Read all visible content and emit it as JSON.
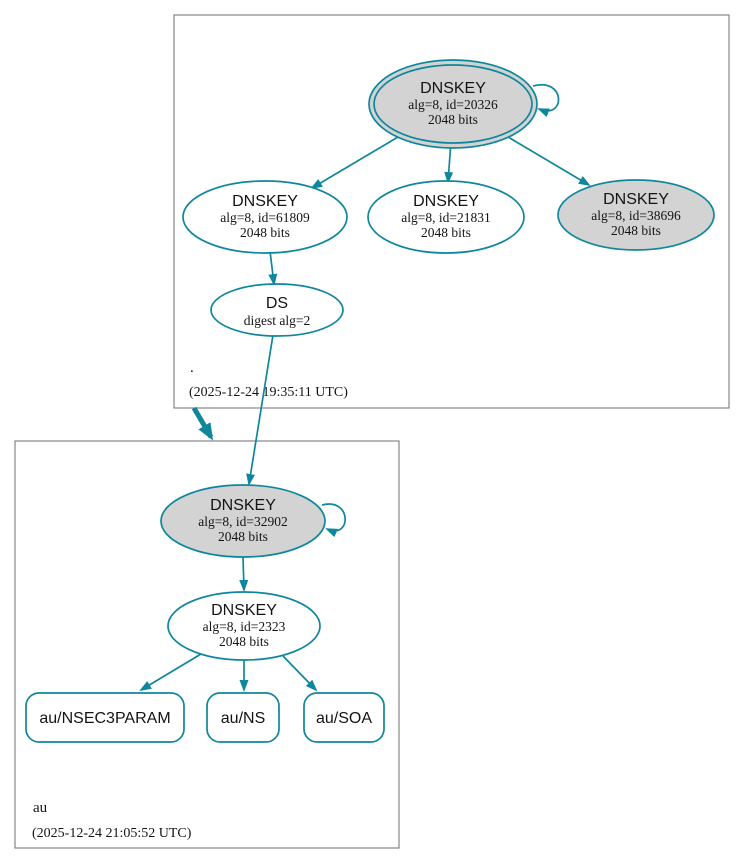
{
  "diagram_type": "dnssec-authentication-chain",
  "colors": {
    "edge_secure": "#0e879c",
    "ksk_fill": "#d3d3d3",
    "node_fill": "#ffffff",
    "cluster_border": "#6e6e6e",
    "text": "#141414"
  },
  "root_zone": {
    "label": ".",
    "timestamp": "(2025-12-24 19:35:11 UTC)",
    "ksk": {
      "title": "DNSKEY",
      "detail": "alg=8, id=20326",
      "bits": "2048 bits"
    },
    "zsk": {
      "title": "DNSKEY",
      "detail": "alg=8, id=61809",
      "bits": "2048 bits"
    },
    "key_21831": {
      "title": "DNSKEY",
      "detail": "alg=8, id=21831",
      "bits": "2048 bits"
    },
    "key_38696": {
      "title": "DNSKEY",
      "detail": "alg=8, id=38696",
      "bits": "2048 bits"
    },
    "ds": {
      "title": "DS",
      "detail": "digest alg=2"
    }
  },
  "au_zone": {
    "label": "au",
    "timestamp": "(2025-12-24 21:05:52 UTC)",
    "ksk": {
      "title": "DNSKEY",
      "detail": "alg=8, id=32902",
      "bits": "2048 bits"
    },
    "zsk": {
      "title": "DNSKEY",
      "detail": "alg=8, id=2323",
      "bits": "2048 bits"
    },
    "rrsets": [
      {
        "label": "au/NSEC3PARAM"
      },
      {
        "label": "au/NS"
      },
      {
        "label": "au/SOA"
      }
    ]
  }
}
